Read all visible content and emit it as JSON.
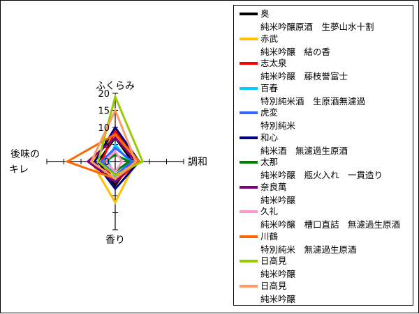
{
  "chart_data": {
    "type": "radar",
    "axes": [
      "ふくらみ",
      "調和",
      "香り",
      "後味のキレ"
    ],
    "axis_label_lines": [
      [
        "ふくらみ"
      ],
      [
        "調和"
      ],
      [
        "香り"
      ],
      [
        "後味の",
        "キレ"
      ]
    ],
    "rlim": [
      0,
      20
    ],
    "ticks": [
      "0",
      "5",
      "10",
      "15",
      "20"
    ],
    "tick_values": [
      0,
      5,
      10,
      15,
      20
    ],
    "series": [
      {
        "name": "奥",
        "sub": "純米吟醸原酒　生夢山水十割",
        "color": "#000000",
        "values": [
          7,
          5,
          7,
          5
        ]
      },
      {
        "name": "赤武",
        "sub": "純米吟醸　結の香",
        "color": "#FFC000",
        "values": [
          8,
          6,
          12,
          7
        ]
      },
      {
        "name": "志太泉",
        "sub": "純米吟醸　藤枝誉富士",
        "color": "#FF0000",
        "values": [
          9,
          7,
          6,
          4
        ]
      },
      {
        "name": "百春",
        "sub": "特別純米酒　生原酒無濾過",
        "color": "#00CCFF",
        "values": [
          5,
          4,
          5,
          2
        ]
      },
      {
        "name": "虎変",
        "sub": "特別純米",
        "color": "#3366FF",
        "values": [
          4,
          5,
          4,
          4
        ]
      },
      {
        "name": "和心",
        "sub": "純米酒　無濾過生原酒",
        "color": "#000080",
        "values": [
          10,
          7,
          8,
          6
        ]
      },
      {
        "name": "太那",
        "sub": "純米吟醸　瓶火入れ　一貫造り",
        "color": "#008000",
        "values": [
          2,
          4,
          3,
          3
        ]
      },
      {
        "name": "奈良萬",
        "sub": "純米吟醸",
        "color": "#800080",
        "values": [
          7,
          6,
          6,
          8
        ]
      },
      {
        "name": "久礼",
        "sub": "純米吟醸　槽口直詰　無濾過生原酒",
        "color": "#FF99CC",
        "values": [
          3,
          2,
          3,
          3
        ]
      },
      {
        "name": "川鶴",
        "sub": "特別純米　無濾過生原酒",
        "color": "#FF6600",
        "values": [
          8,
          7,
          5,
          14
        ]
      },
      {
        "name": "日高見",
        "sub": "純米吟醸",
        "color": "#99CC00",
        "values": [
          19,
          8,
          4,
          5
        ]
      },
      {
        "name": "日高見",
        "sub": "純米吟醸",
        "color": "#FF9966",
        "values": [
          15,
          6,
          5,
          7
        ]
      }
    ]
  }
}
